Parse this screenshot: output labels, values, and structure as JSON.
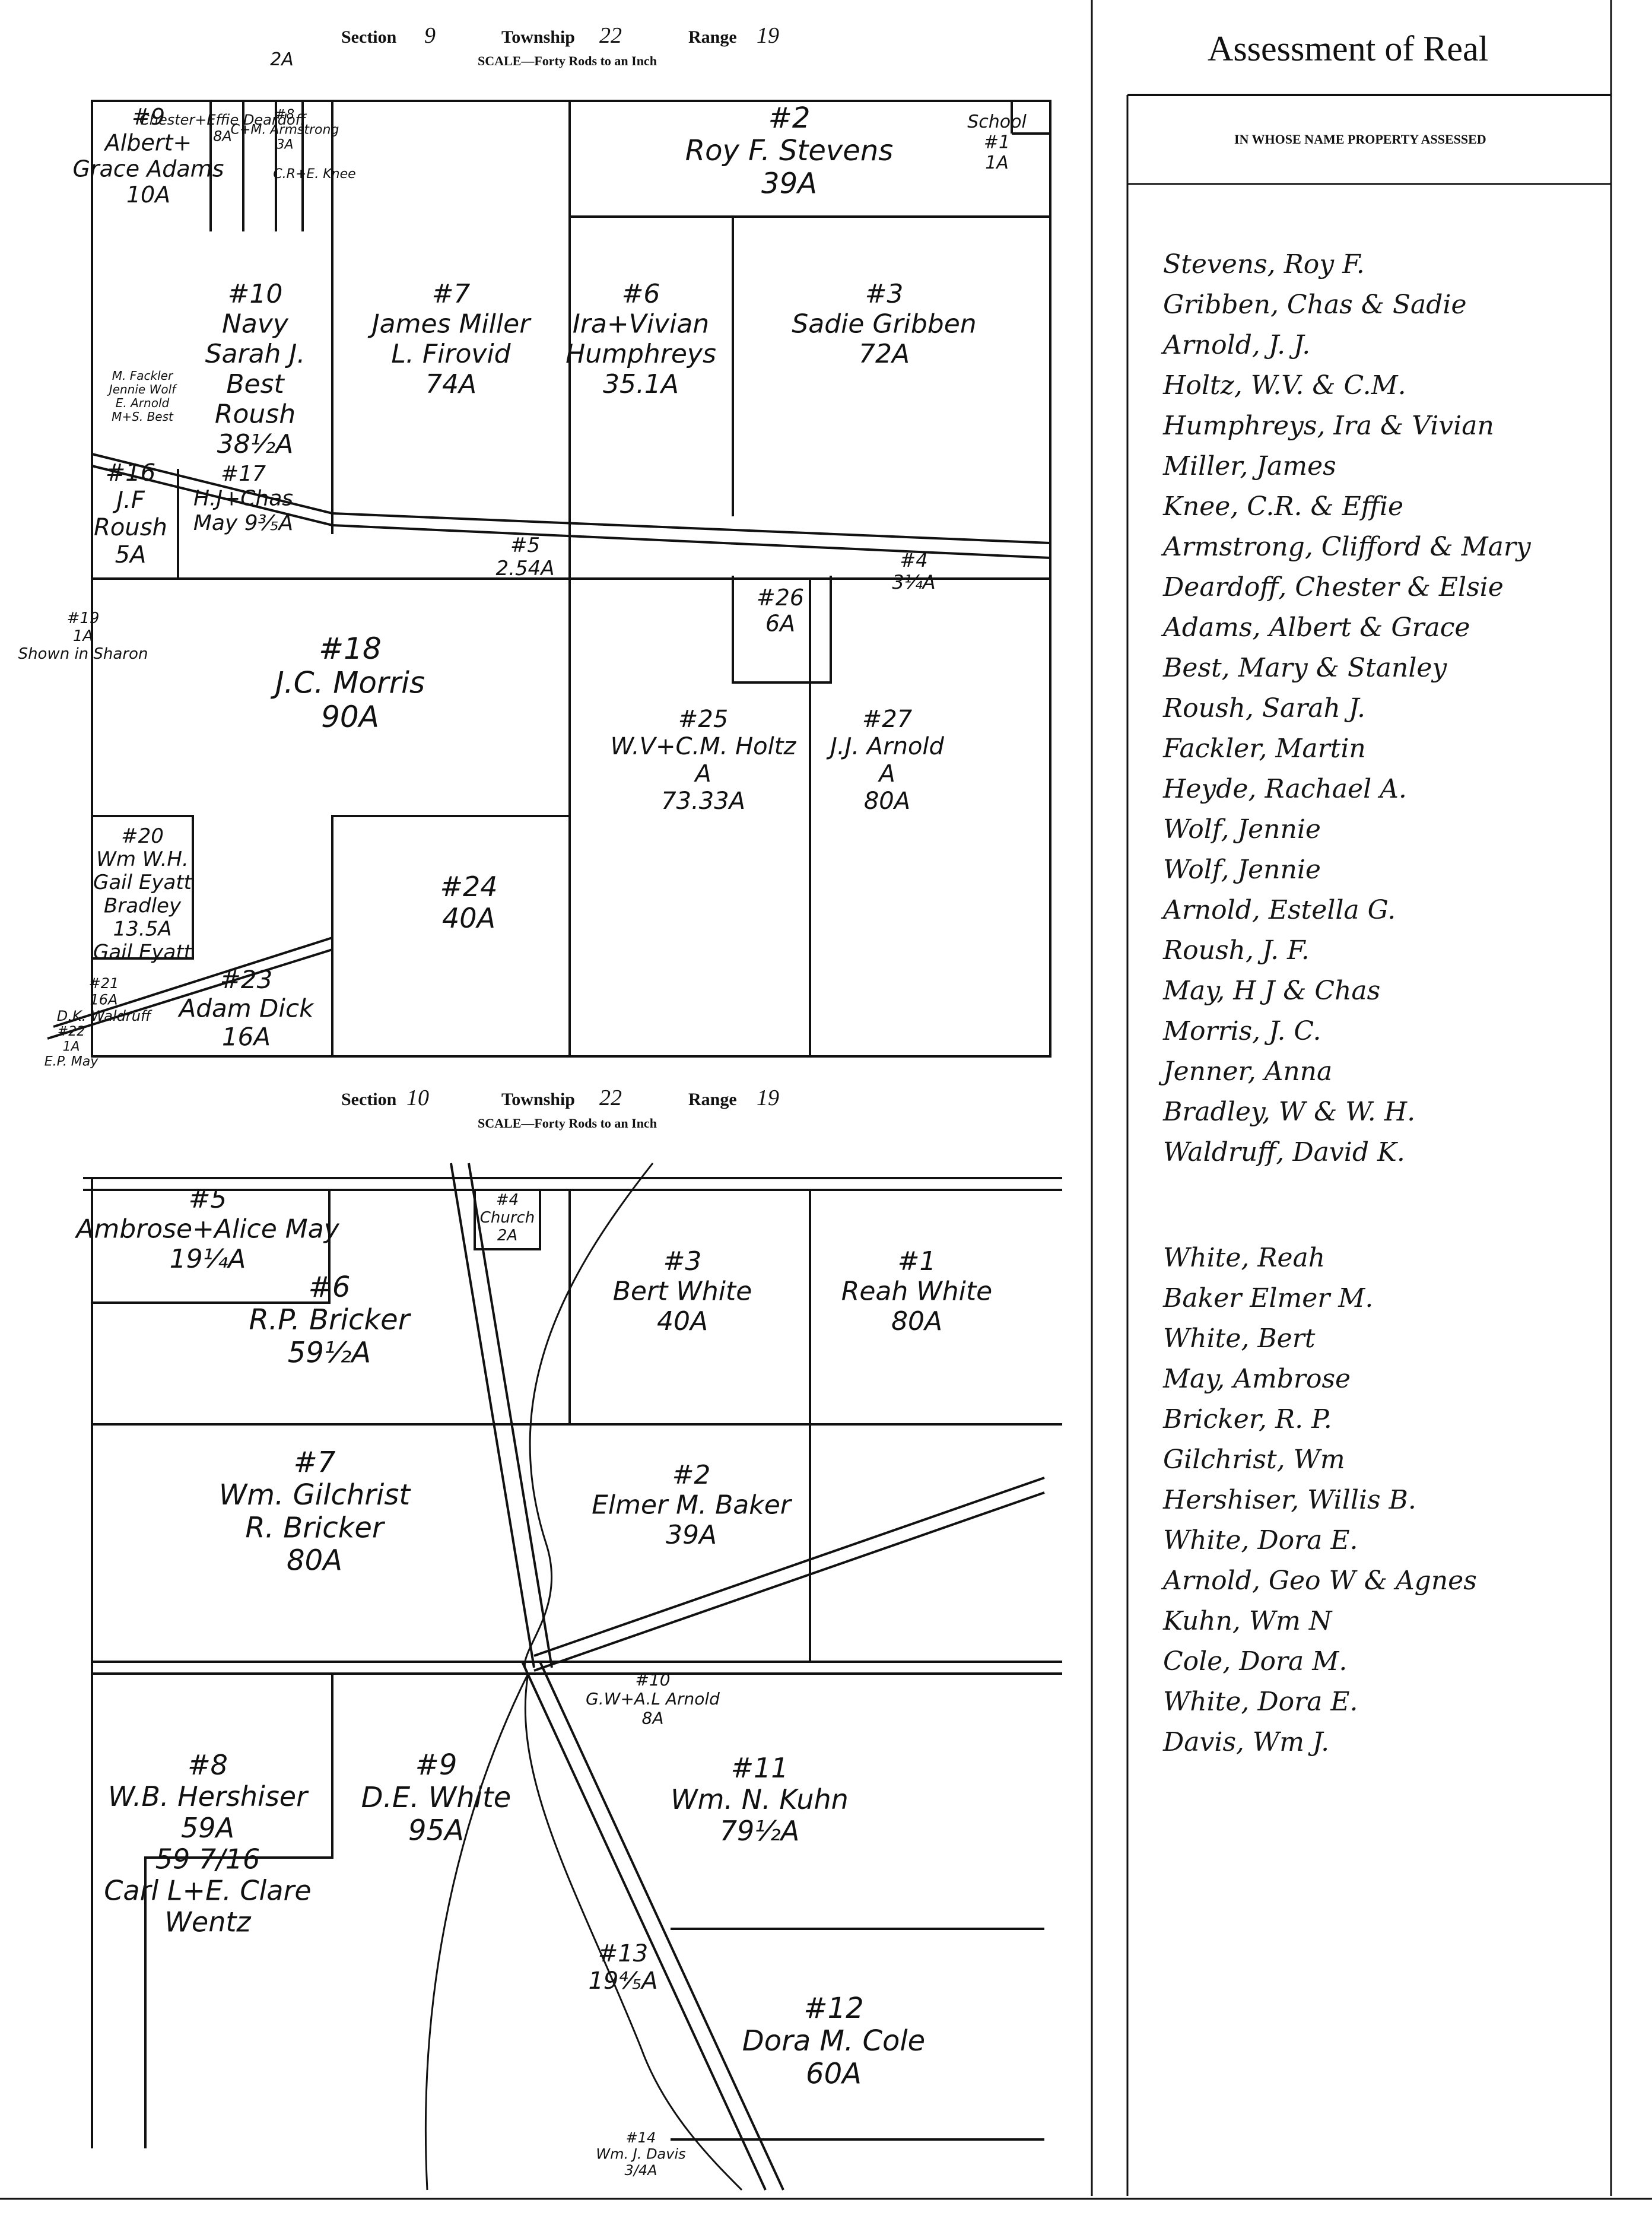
{
  "section9": {
    "section_label": "Section",
    "section": "9",
    "township_label": "Township",
    "township": "22",
    "range_label": "Range",
    "range": "19",
    "scale": "SCALE—Forty Rods to an Inch",
    "parcels": [
      {
        "lines": [
          "#9",
          "Albert+",
          "Grace Adams",
          "10A"
        ]
      },
      {
        "lines": [
          "Chester+Effie Deardoff",
          "8A"
        ]
      },
      {
        "lines": [
          "2A"
        ]
      },
      {
        "lines": [
          "#8",
          "C+M. Armstrong",
          "3A"
        ]
      },
      {
        "lines": [
          "C.R+E. Knee"
        ]
      },
      {
        "lines": [
          "#2",
          "Roy F. Stevens",
          "39A"
        ]
      },
      {
        "lines": [
          "School",
          "#1",
          "1A"
        ]
      },
      {
        "lines": [
          "#10",
          "Navy",
          "Sarah J.",
          "Best",
          "Roush",
          "38½A"
        ]
      },
      {
        "lines": [
          "M. Fackler",
          "Jennie Wolf",
          "E. Arnold",
          "M+S. Best"
        ]
      },
      {
        "lines": [
          "#7",
          "James Miller",
          "L. Firovid",
          "74A"
        ]
      },
      {
        "lines": [
          "#6",
          "Ira+Vivian",
          "Humphreys",
          "35.1A"
        ]
      },
      {
        "lines": [
          "#3",
          "Sadie Gribben",
          "72A"
        ]
      },
      {
        "lines": [
          "#16",
          "J.F",
          "Roush",
          "5A"
        ]
      },
      {
        "lines": [
          "#17",
          "H.J+Chas",
          "May 9⅗A"
        ]
      },
      {
        "lines": [
          "#5",
          "2.54A"
        ]
      },
      {
        "lines": [
          "#4",
          "3¼A"
        ]
      },
      {
        "lines": [
          "#26",
          "6A"
        ]
      },
      {
        "lines": [
          "#19",
          "1A",
          "Shown in Sharon"
        ]
      },
      {
        "lines": [
          "#18",
          "J.C. Morris",
          "90A"
        ]
      },
      {
        "lines": [
          "#25",
          "W.V+C.M. Holtz",
          "A",
          "73.33A"
        ]
      },
      {
        "lines": [
          "#27",
          "J.J. Arnold",
          "A",
          "80A"
        ]
      },
      {
        "lines": [
          "#20",
          "Wm W.H.",
          "Gail Eyatt",
          "Bradley",
          "13.5A",
          "Gail Eyatt"
        ]
      },
      {
        "lines": [
          "#24",
          "40A"
        ]
      },
      {
        "lines": [
          "#21",
          "16A",
          "D.K. Waldruff"
        ]
      },
      {
        "lines": [
          "#23",
          "Adam Dick",
          "16A"
        ]
      },
      {
        "lines": [
          "#22",
          "1A",
          "E.P. May"
        ]
      }
    ]
  },
  "section10": {
    "section_label": "Section",
    "section": "10",
    "township_label": "Township",
    "township": "22",
    "range_label": "Range",
    "range": "19",
    "scale": "SCALE—Forty Rods to an Inch",
    "parcels": [
      {
        "lines": [
          "#5",
          "Ambrose+Alice May",
          "19¼A"
        ]
      },
      {
        "lines": [
          "#4",
          "Church",
          "2A"
        ]
      },
      {
        "lines": [
          "#3",
          "Bert White",
          "40A"
        ]
      },
      {
        "lines": [
          "#1",
          "Reah White",
          "80A"
        ]
      },
      {
        "lines": [
          "#6",
          "R.P. Bricker",
          "59½A"
        ]
      },
      {
        "lines": [
          "#7",
          "Wm. Gilchrist",
          "R. Bricker",
          "80A"
        ]
      },
      {
        "lines": [
          "#2",
          "Elmer M. Baker",
          "39A"
        ]
      },
      {
        "lines": [
          "#10",
          "G.W+A.L Arnold",
          "8A"
        ]
      },
      {
        "lines": [
          "#8",
          "W.B. Hershiser",
          "59A",
          "59 7/16",
          "Carl L+E. Clare",
          "Wentz"
        ]
      },
      {
        "lines": [
          "#9",
          "D.E. White",
          "95A"
        ]
      },
      {
        "lines": [
          "#11",
          "Wm. N. Kuhn",
          "79½A"
        ]
      },
      {
        "lines": [
          "#13",
          "19⅘A"
        ]
      },
      {
        "lines": [
          "#12",
          "Dora M. Cole",
          "60A"
        ]
      },
      {
        "lines": [
          "#14",
          "Wm. J. Davis",
          "3/4A"
        ]
      }
    ]
  },
  "ledger": {
    "title": "Assessment of Real",
    "column_header": "IN WHOSE NAME PROPERTY ASSESSED",
    "entries": [
      "Stevens, Roy F.",
      "Gribben, Chas & Sadie",
      "Arnold, J. J.",
      "Holtz, W.V. & C.M.",
      "Humphreys, Ira & Vivian",
      "Miller, James",
      "Knee, C.R. & Effie",
      "Armstrong, Clifford & Mary",
      "Deardoff, Chester & Elsie",
      "Adams, Albert & Grace",
      "Best, Mary & Stanley",
      "Roush, Sarah J.",
      "Fackler, Martin",
      "Heyde, Rachael A.",
      "Wolf, Jennie",
      "Wolf, Jennie",
      "Arnold, Estella G.",
      "Roush, J. F.",
      "May, H J & Chas",
      "Morris, J. C.",
      "Jenner, Anna",
      "Bradley, W & W. H.",
      "Waldruff, David K.",
      "White, Reah",
      "Baker Elmer M.",
      "White, Bert",
      "May, Ambrose",
      "Bricker, R. P.",
      "Gilchrist, Wm",
      "Hershiser, Willis B.",
      "White, Dora E.",
      "Arnold, Geo W & Agnes",
      "Kuhn, Wm N",
      "Cole, Dora M.",
      "White, Dora E.",
      "Davis, Wm J."
    ]
  }
}
